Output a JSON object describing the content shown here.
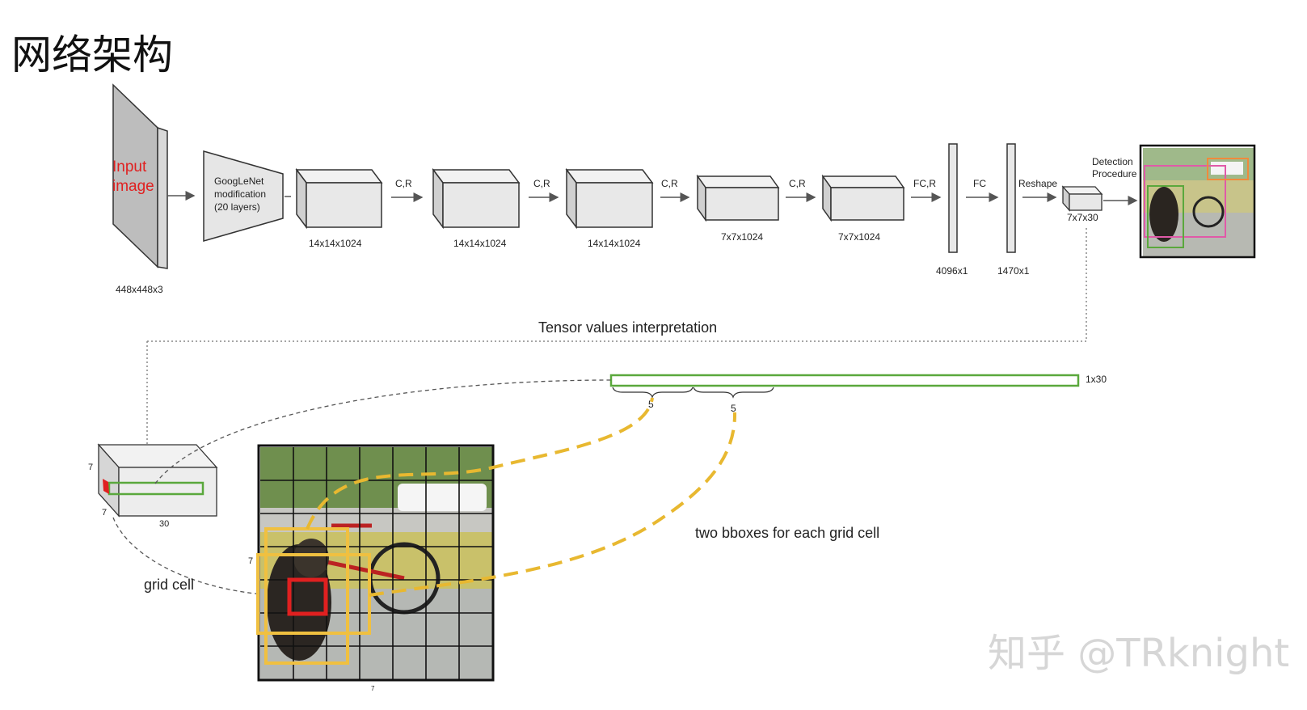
{
  "title": "网络架构",
  "input": {
    "text_line1": "Input",
    "text_line2": "image",
    "dim": "448x448x3"
  },
  "googlenet": {
    "line1": "GoogLeNet",
    "line2": "modification",
    "line3": "(20 layers)"
  },
  "blocks": [
    {
      "dim": "14x14x1024"
    },
    {
      "dim": "14x14x1024"
    },
    {
      "dim": "14x14x1024"
    },
    {
      "dim": "7x7x1024"
    },
    {
      "dim": "7x7x1024"
    }
  ],
  "arrows": [
    "C,R",
    "C,R",
    "C,R",
    "C,R",
    "FC,R",
    "FC",
    "Reshape"
  ],
  "fc_layers": [
    {
      "dim": "4096x1"
    },
    {
      "dim": "1470x1"
    }
  ],
  "output_cube": {
    "dim": "7x7x30"
  },
  "detection": {
    "line1": "Detection",
    "line2": "Procedure"
  },
  "tensor_label": "Tensor values interpretation",
  "vector": {
    "dim": "1x30",
    "brace1": "5",
    "brace2": "5"
  },
  "grid_cube": {
    "h": "7",
    "w": "7",
    "d": "30"
  },
  "grid_image": {
    "side_label": "7",
    "bottom_label": "7"
  },
  "grid_cell_label": "grid cell",
  "bbox_label": "two bboxes for each grid cell",
  "watermark": "知乎 @TRknight",
  "colors": {
    "red": "#e02020",
    "green": "#5aa83c",
    "yellow": "#f0c040",
    "gray_face": "#e6e6e6"
  }
}
